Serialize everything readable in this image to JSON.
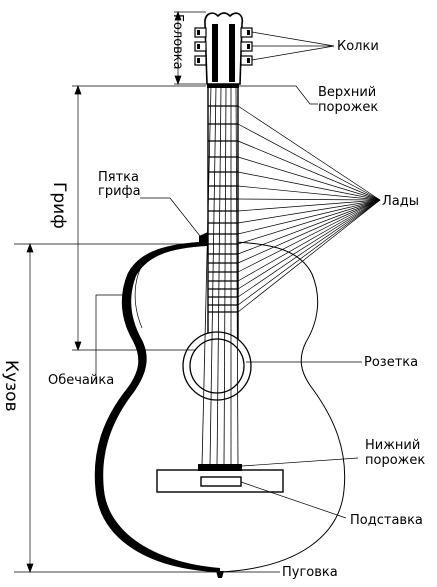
{
  "labels": {
    "golovka": "Головка",
    "kolki": "Колки",
    "verkhniy_porozhek_1": "Верхний",
    "verkhniy_porozhek_2": "порожек",
    "pyatka_1": "Пятка",
    "pyatka_2": "грифа",
    "grif": "Гриф",
    "lady": "Лады",
    "kuzov": "Кузов",
    "obechayka": "Обечайка",
    "rozetka": "Розетка",
    "nizhniy_porozhek_1": "Нижний",
    "nizhniy_porozhek_2": "порожек",
    "podstavka": "Подставка",
    "pugovka": "Пуговка"
  }
}
